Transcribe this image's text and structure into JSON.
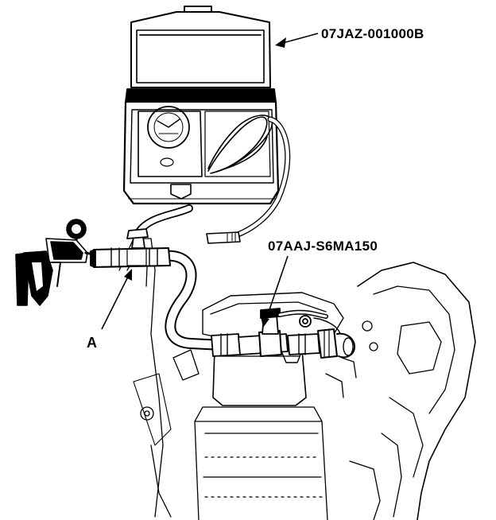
{
  "labels": {
    "tester_kit": "07JAZ-001000B",
    "adapter": "07AAJ-S6MA150",
    "part_a": "A"
  }
}
